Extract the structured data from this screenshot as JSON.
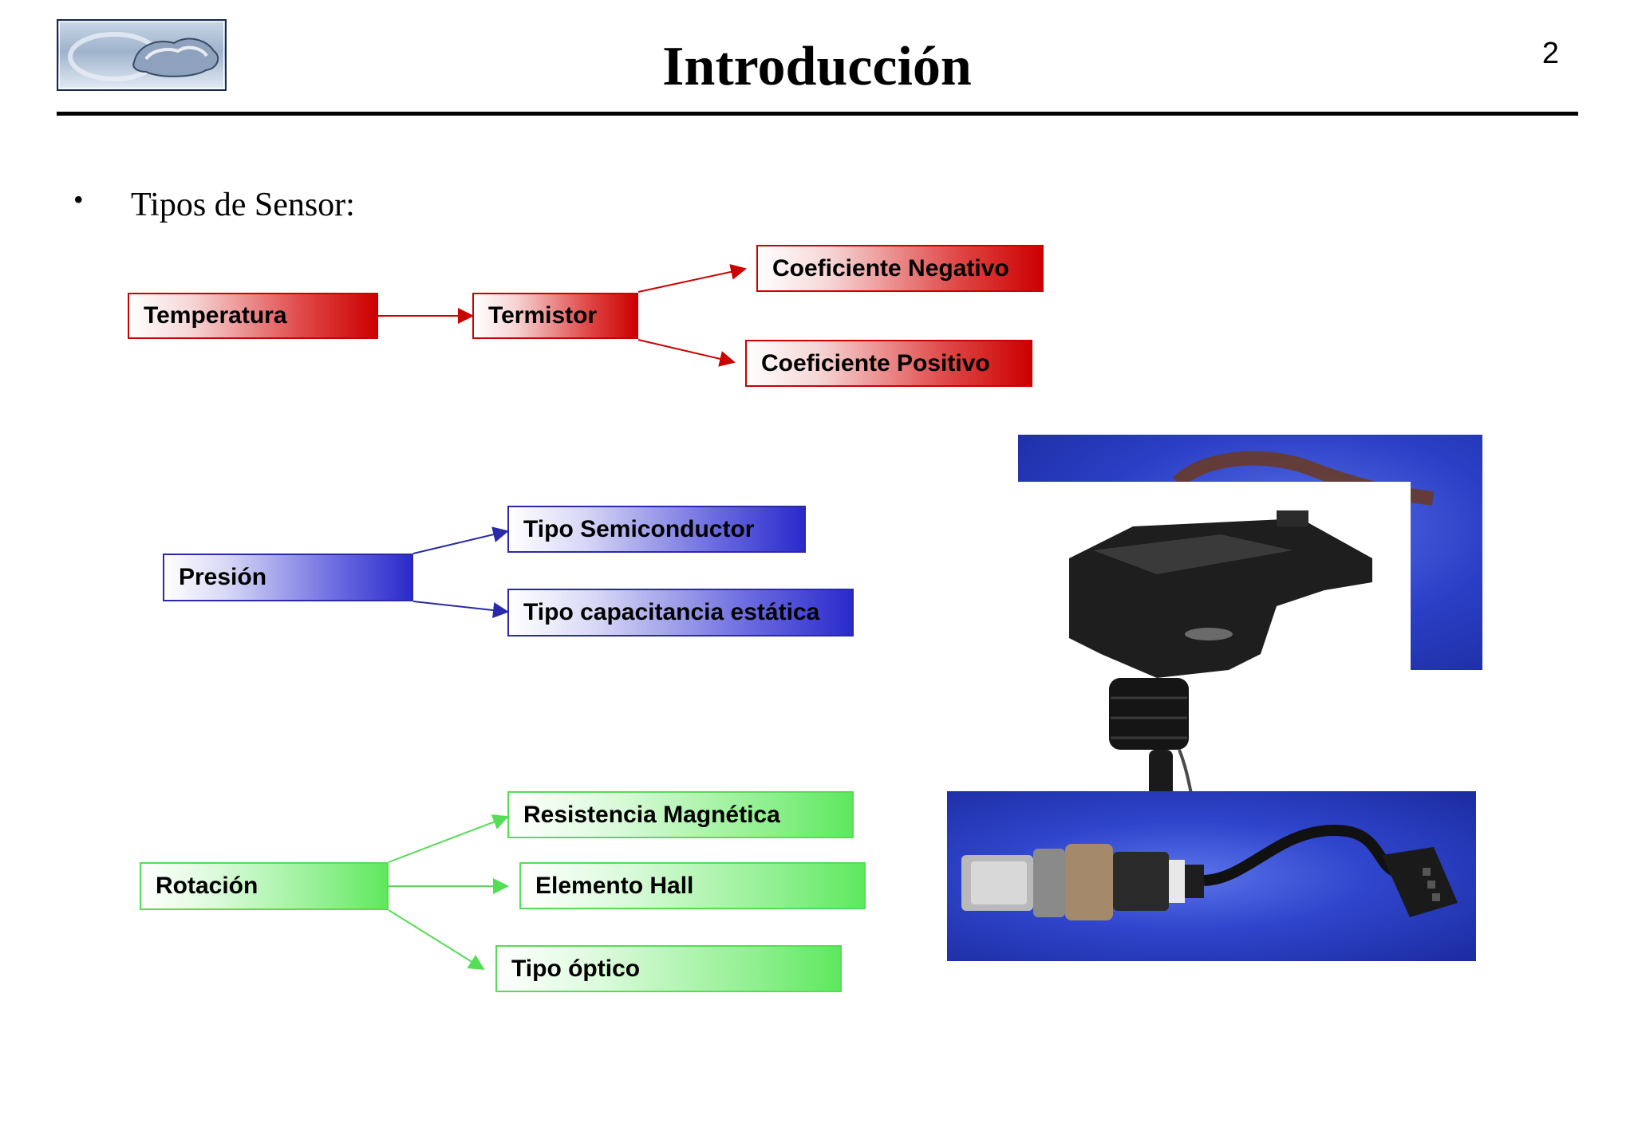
{
  "header": {
    "title": "Introducción",
    "page_number": "2"
  },
  "bullet": {
    "text": "Tipos de Sensor:"
  },
  "temperature": {
    "label": "Temperatura",
    "sub": "Termistor",
    "children": [
      "Coeficiente Negativo",
      "Coeficiente Positivo"
    ]
  },
  "pressure": {
    "label": "Presión",
    "children": [
      "Tipo Semiconductor",
      "Tipo capacitancia estática"
    ]
  },
  "rotation": {
    "label": "Rotación",
    "children": [
      "Resistencia Magnética",
      "Elemento Hall",
      "Tipo óptico"
    ]
  },
  "colors": {
    "temperature": "#cc0000",
    "pressure": "#2a2acc",
    "rotation": "#55dd55",
    "photo_background": "#2b3fc7"
  }
}
